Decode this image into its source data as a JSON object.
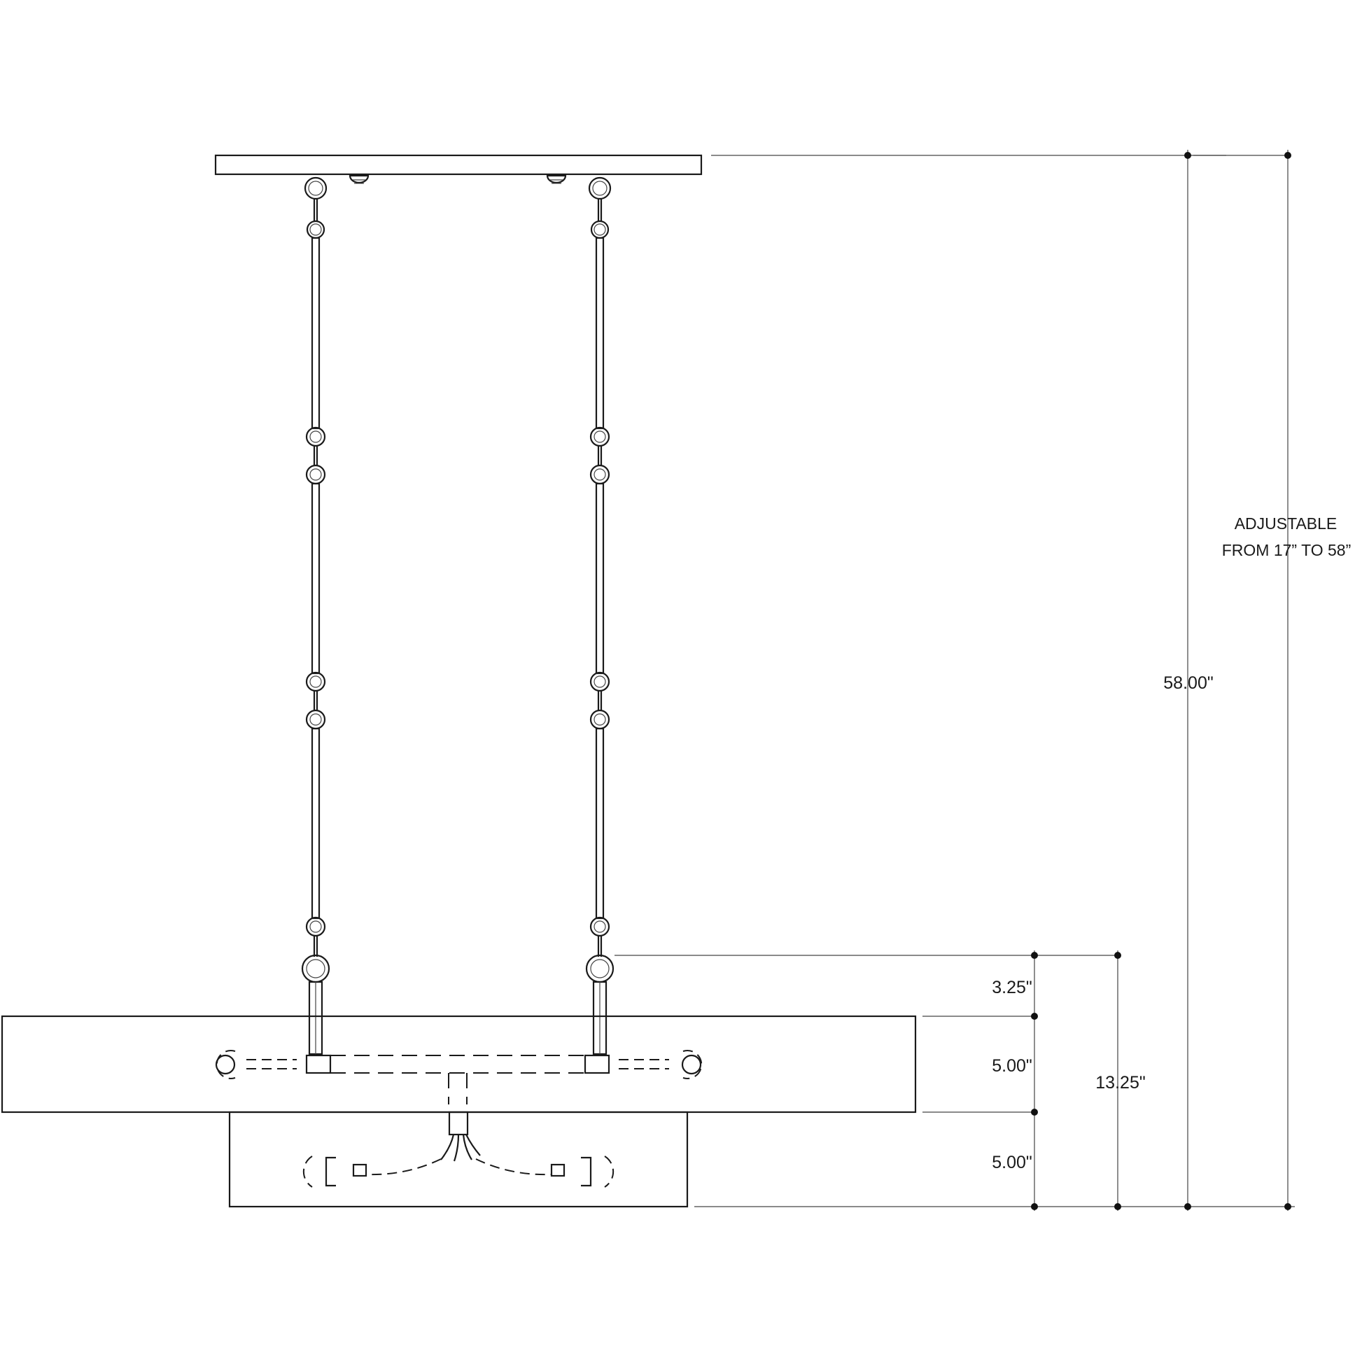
{
  "dimensions": {
    "chain_to_shade_top": "3.25\"",
    "upper_shade_height": "5.00\"",
    "lower_shade_height": "5.00\"",
    "body_height": "13.25\"",
    "overall_height": "58.00\""
  },
  "note": {
    "line1": "ADJUSTABLE",
    "line2": "FROM 17”  TO 58”"
  }
}
